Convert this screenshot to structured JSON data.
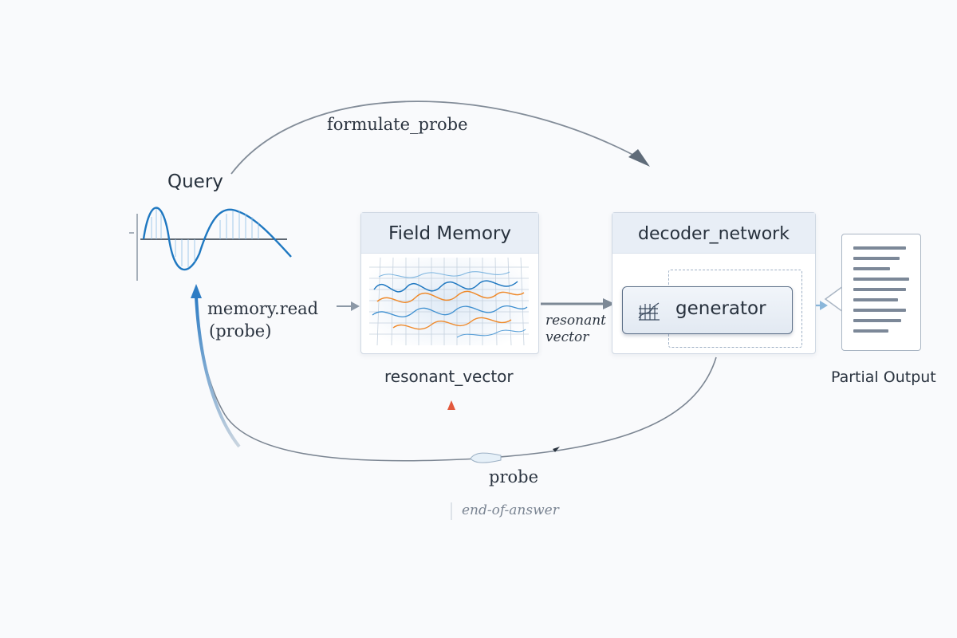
{
  "query_label": "Query",
  "formulate_probe_label": "formulate_probe",
  "memory_read_label": [
    "memory.read",
    "(probe)"
  ],
  "field_memory": {
    "title": "Field Memory",
    "caption": "resonant_vector"
  },
  "decoder_network": {
    "title": "decoder_network",
    "generator_label": "generator"
  },
  "resonant_vector_label": [
    "resonant",
    "vector"
  ],
  "partial_output_label": "Partial Output",
  "probe_label": "probe",
  "end_of_answer_label": "end-of-answer",
  "colors": {
    "wave_blue": "#1f78c1",
    "accent_orange": "#ef8a2b",
    "end_marker_red": "#e2583c",
    "arrow_gray": "#6d7886",
    "text_dark": "#27313d"
  },
  "icons": [
    "sine-wave-icon",
    "wave-grid-icon",
    "generator-grid-icon",
    "document-icon"
  ]
}
